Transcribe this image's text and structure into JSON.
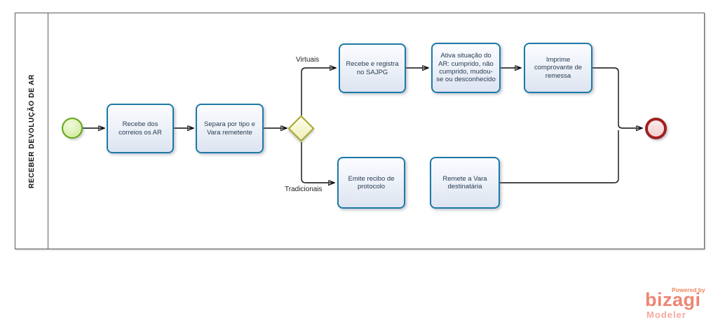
{
  "diagram": {
    "type": "BPMN process diagram",
    "lane": {
      "title": "RECEBER DEVOLUÇÃO DE AR"
    },
    "nodes": {
      "start_event": {
        "type": "start-event",
        "color": "#61a516"
      },
      "gateway": {
        "type": "exclusive-gateway",
        "color": "#a5a52f"
      },
      "end_event": {
        "type": "end-event",
        "color": "#a02020"
      },
      "tasks": [
        {
          "id": "recebe-correios",
          "label": "Recebe dos correios os AR"
        },
        {
          "id": "separa-tipo",
          "label": "Separa por tipo e Vara remetente"
        },
        {
          "id": "recebe-registra",
          "label": "Recebe e registra no SAJPG"
        },
        {
          "id": "ativa-situacao",
          "label": "Ativa situação do AR: cumprido, não cumprido, mudou-se ou desconhecido"
        },
        {
          "id": "imprime-comprovante",
          "label": "Imprime comprovante de remessa"
        },
        {
          "id": "emite-recibo",
          "label": "Emite recibo de protocolo"
        },
        {
          "id": "remete-vara",
          "label": "Remete a Vara destinatária"
        }
      ]
    },
    "edge_labels": {
      "top_branch": "Virtuais",
      "bottom_branch": "Tradicionais"
    },
    "colors": {
      "task_border": "#1d79a7",
      "task_fill": "#e3e9f4",
      "pool_border": "#5f5f5f",
      "flow_line": "#0d0d0d"
    }
  },
  "logo": {
    "powered_by": "Powered by",
    "brand": "bizagi",
    "product": "Modeler",
    "brand_color": "#ee8573"
  }
}
